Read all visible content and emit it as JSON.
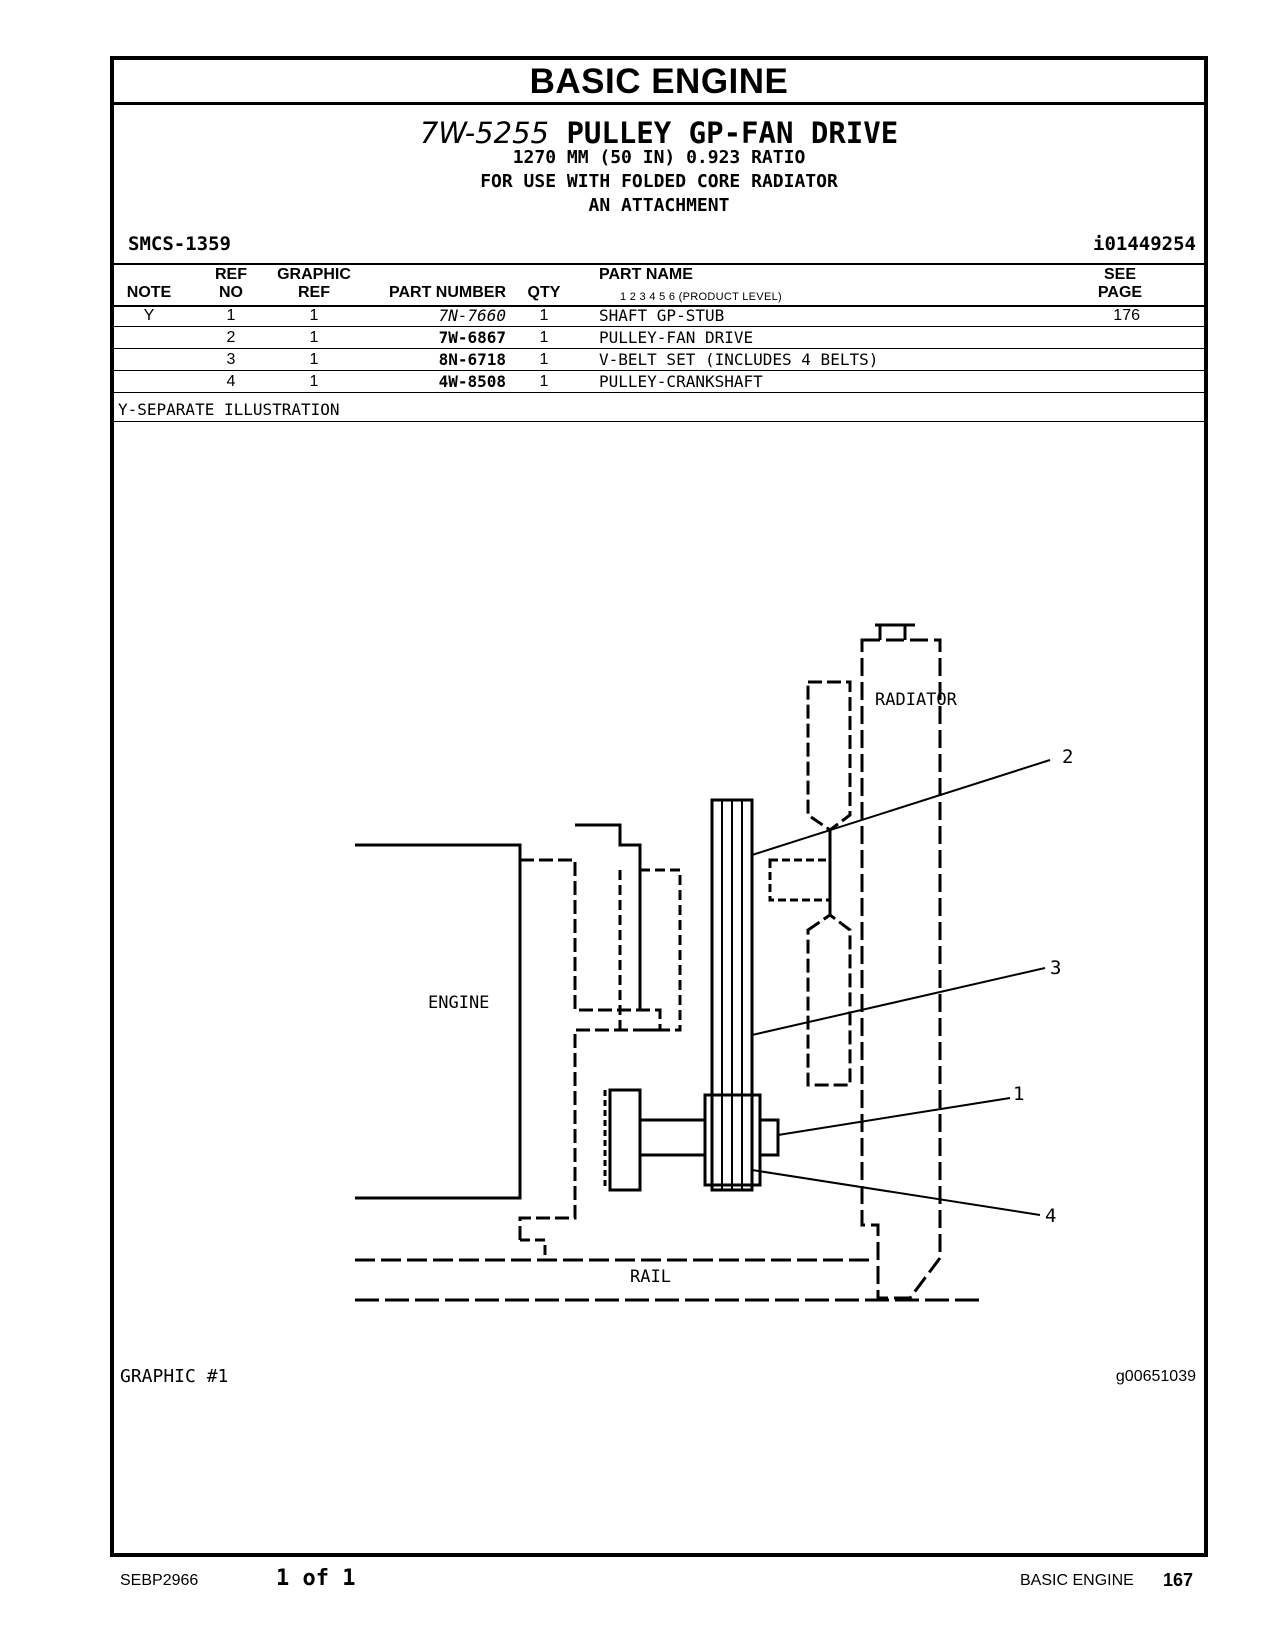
{
  "header": {
    "section": "BASIC ENGINE"
  },
  "title": {
    "part_number": "7W-5255",
    "name": "PULLEY GP-FAN DRIVE",
    "lines": [
      "1270 MM (50 IN) 0.923 RATIO",
      "FOR USE WITH FOLDED CORE RADIATOR",
      "AN ATTACHMENT"
    ]
  },
  "smcs": "SMCS-1359",
  "doc_id": "i01449254",
  "table": {
    "headers": {
      "note": "NOTE",
      "ref_top": "REF",
      "ref_bottom": "NO",
      "graphic_top": "GRAPHIC",
      "graphic_bottom": "REF",
      "part_number": "PART NUMBER",
      "qty": "QTY",
      "part_name": "PART NAME",
      "levels": "1   2   3   4   5   6   (PRODUCT LEVEL)",
      "see_top": "SEE",
      "see_bottom": "PAGE"
    },
    "rows": [
      {
        "note": "Y",
        "ref": "1",
        "graphic": "1",
        "part_number": "7N-7660",
        "qty": "1",
        "name": "SHAFT GP-STUB",
        "see_page": "176"
      },
      {
        "note": "",
        "ref": "2",
        "graphic": "1",
        "part_number": "7W-6867",
        "qty": "1",
        "name": "PULLEY-FAN DRIVE",
        "see_page": ""
      },
      {
        "note": "",
        "ref": "3",
        "graphic": "1",
        "part_number": "8N-6718",
        "qty": "1",
        "name": "V-BELT SET (INCLUDES 4 BELTS)",
        "see_page": ""
      },
      {
        "note": "",
        "ref": "4",
        "graphic": "1",
        "part_number": "4W-8508",
        "qty": "1",
        "name": "PULLEY-CRANKSHAFT",
        "see_page": ""
      }
    ]
  },
  "notes": "Y-SEPARATE ILLUSTRATION",
  "illustration": {
    "labels": {
      "radiator": "RADIATOR",
      "engine": "ENGINE",
      "rail": "RAIL"
    },
    "callouts": [
      "2",
      "3",
      "1",
      "4"
    ],
    "caption": "GRAPHIC #1",
    "graphic_id": "g00651039"
  },
  "footer": {
    "doc_code": "SEBP2966",
    "page_of": "1 of 1",
    "section": "BASIC ENGINE",
    "page_number": "167"
  }
}
